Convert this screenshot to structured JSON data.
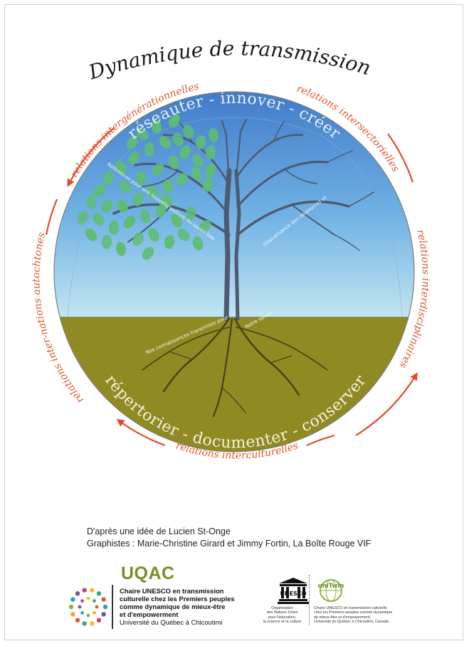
{
  "title": "Dynamique de transmission",
  "top_band": "réseauter - innover - créer",
  "bottom_band": "répertorier - documenter - conserver",
  "ring_labels": {
    "top_left": "relations intergénérationnelles",
    "top_right": "relations intersectorielles",
    "right": "relations interdisciplinaires",
    "bottom": "relations interculturelles",
    "left": "relations inter-nations autochtones"
  },
  "tree_labels": {
    "branches_left": "Références pour une nouvelle posture du savoir basé sur nos valeurs, nos connaissances",
    "branches_right": "Gouvernance des ressources et attachement aux terres",
    "roots_left": "Nos connaissances transmises pour la culture du vivre",
    "roots_right": "Notre savoir"
  },
  "credits": {
    "line1": "D'après une idée de Lucien St-Onge",
    "line2": "Graphistes : Marie-Christine Girard et Jimmy Fortin, La Boîte Rouge VIF"
  },
  "uqac": {
    "wordmark": "UQAC",
    "line1": "Chaire UNESCO en transmission",
    "line2": "culturelle chez les Premiers peuples",
    "line3": "comme dynamique de mieux-être",
    "line4": "et d'empowerment",
    "line5": "Université du Québec à Chicoutimi"
  },
  "unesco": {
    "wordmark": "UNESCO",
    "line1": "Organisation",
    "line2": "des Nations Unies",
    "line3": "pour l'éducation,",
    "line4": "la science et la culture"
  },
  "unitwin": {
    "wordmark": "uniTwin",
    "line1": "Chaire UNESCO en transmission culturelle",
    "line2": "chez les Premiers peuples comme dynamique",
    "line3": "de mieux-être et d'empowerment,",
    "line4": "Université du Québec à Chicoutimi, Canada"
  },
  "colors": {
    "arrow": "#e4492c",
    "label_orange": "#e2572e",
    "sky_top": "#3f78c9",
    "sky_bottom": "#bfe3f2",
    "ground": "#8e8a22",
    "leaf": "#5ebd73",
    "uqac_green": "#7c8b2a"
  }
}
